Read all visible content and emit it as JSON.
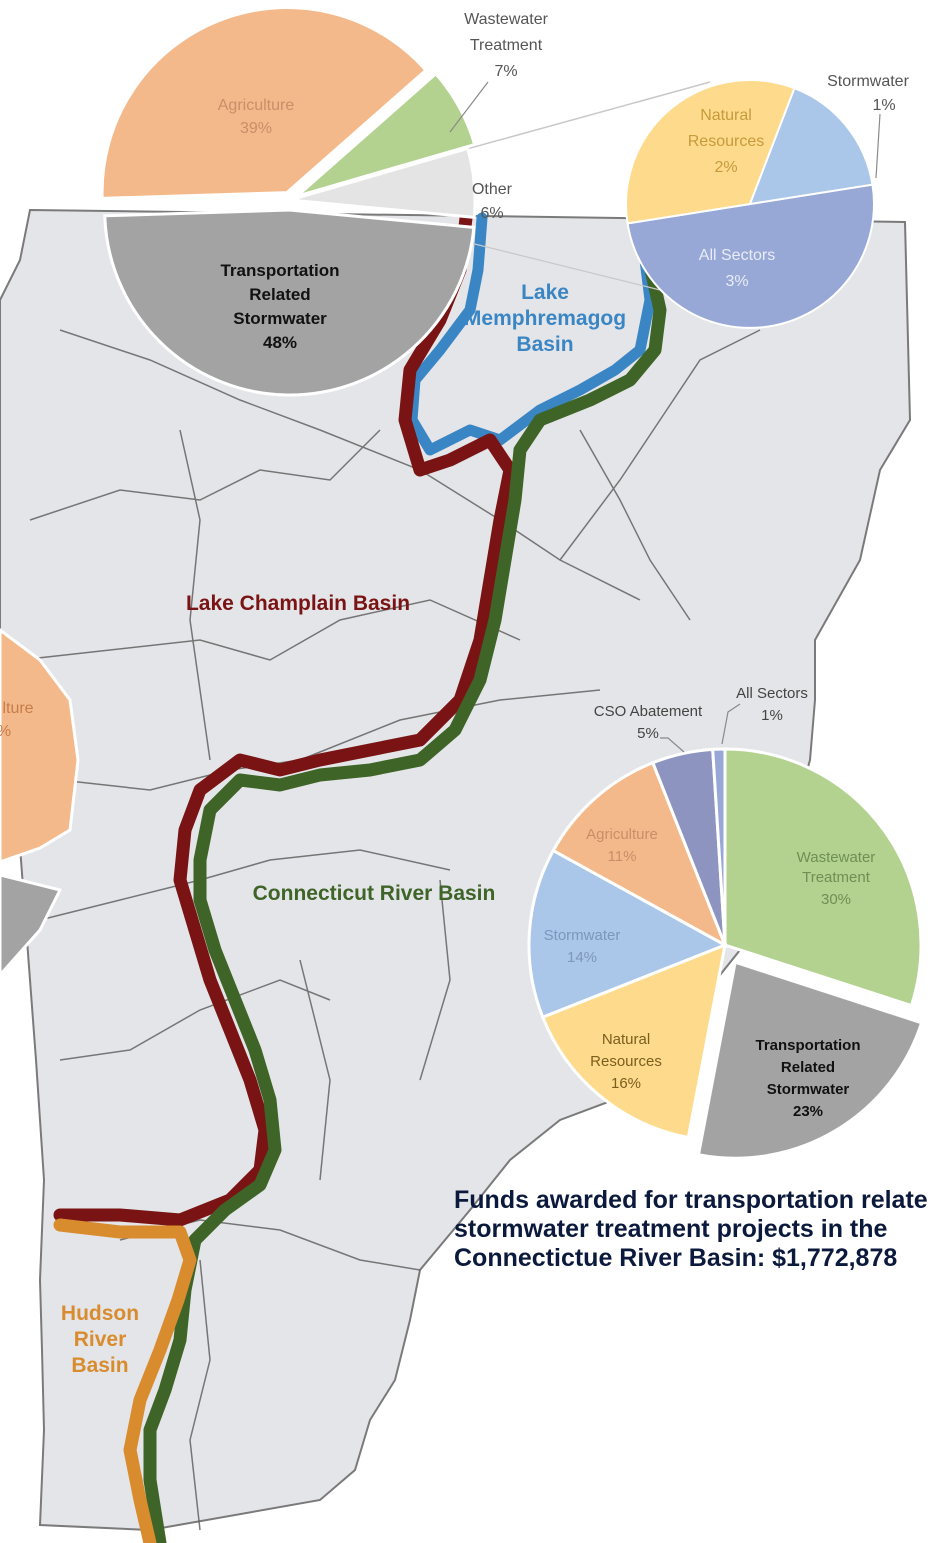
{
  "basins": {
    "memphremagog": {
      "line1": "Lake",
      "line2": "Memphremagog",
      "line3": "Basin",
      "color": "#3a86c4"
    },
    "champlain": {
      "label": "Lake Champlain Basin",
      "color": "#7a1414"
    },
    "connecticut": {
      "label": "Connecticut River Basin",
      "color": "#3e6427"
    },
    "hudson": {
      "line1": "Hudson",
      "line2": "River",
      "line3": "Basin",
      "color": "#d88c2e"
    }
  },
  "memphremagog_pie": {
    "chart_data": {
      "type": "pie",
      "slices": [
        {
          "name": "Transportation Related Stormwater",
          "value": 48,
          "label": "48%",
          "color": "#a3a3a3"
        },
        {
          "name": "Agriculture",
          "value": 39,
          "label": "39%",
          "color": "#f4b98a"
        },
        {
          "name": "Wastewater Treatment",
          "value": 7,
          "label": "7%",
          "color": "#b3d18f"
        },
        {
          "name": "Other",
          "value": 6,
          "label": "6%",
          "color": "#e4e4e4"
        }
      ]
    },
    "labels": {
      "transport_l1": "Transportation",
      "transport_l2": "Related",
      "transport_l3": "Stormwater",
      "transport_pct": "48%",
      "agriculture": "Agriculture",
      "agriculture_pct": "39%",
      "wastewater_l1": "Wastewater",
      "wastewater_l2": "Treatment",
      "wastewater_pct": "7%",
      "other": "Other",
      "other_pct": "6%"
    }
  },
  "other_breakdown_pie": {
    "chart_data": {
      "type": "pie",
      "slices": [
        {
          "name": "All Sectors",
          "value": 3,
          "label": "3%",
          "color": "#98a8d6"
        },
        {
          "name": "Natural Resources",
          "value": 2,
          "label": "2%",
          "color": "#fedb8c"
        },
        {
          "name": "Stormwater",
          "value": 1,
          "label": "1%",
          "color": "#aac6e8"
        }
      ]
    },
    "labels": {
      "natres_l1": "Natural",
      "natres_l2": "Resources",
      "natres_pct": "2%",
      "allsec": "All Sectors",
      "allsec_pct": "3%",
      "storm": "Stormwater",
      "storm_pct": "1%"
    }
  },
  "champlain_pie_partial": {
    "labels": {
      "agriculture_fragment": "lture",
      "pct_fragment": "%"
    }
  },
  "connecticut_pie": {
    "chart_data": {
      "type": "pie",
      "slices": [
        {
          "name": "Wastewater Treatment",
          "value": 30,
          "label": "30%",
          "color": "#b3d18f"
        },
        {
          "name": "Transportation Related Stormwater",
          "value": 23,
          "label": "23%",
          "color": "#a3a3a3"
        },
        {
          "name": "Natural Resources",
          "value": 16,
          "label": "16%",
          "color": "#fedb8c"
        },
        {
          "name": "Stormwater",
          "value": 14,
          "label": "14%",
          "color": "#aac6e8"
        },
        {
          "name": "Agriculture",
          "value": 11,
          "label": "11%",
          "color": "#f4b98a"
        },
        {
          "name": "CSO Abatement",
          "value": 5,
          "label": "5%",
          "color": "#8d94c0"
        },
        {
          "name": "All Sectors",
          "value": 1,
          "label": "1%",
          "color": "#98a8d6"
        }
      ]
    },
    "labels": {
      "ww_l1": "Wastewater",
      "ww_l2": "Treatment",
      "ww_pct": "30%",
      "tr_l1": "Transportation",
      "tr_l2": "Related",
      "tr_l3": "Stormwater",
      "tr_pct": "23%",
      "nr_l1": "Natural",
      "nr_l2": "Resources",
      "nr_pct": "16%",
      "sw": "Stormwater",
      "sw_pct": "14%",
      "ag": "Agriculture",
      "ag_pct": "11%",
      "cso": "CSO Abatement",
      "cso_pct": "5%",
      "as": "All Sectors",
      "as_pct": "1%"
    }
  },
  "caption": {
    "line1": "Funds awarded for transportation relate",
    "line2": "stormwater treatment projects in the",
    "line3": "Connectictue River Basin: $1,772,878"
  }
}
